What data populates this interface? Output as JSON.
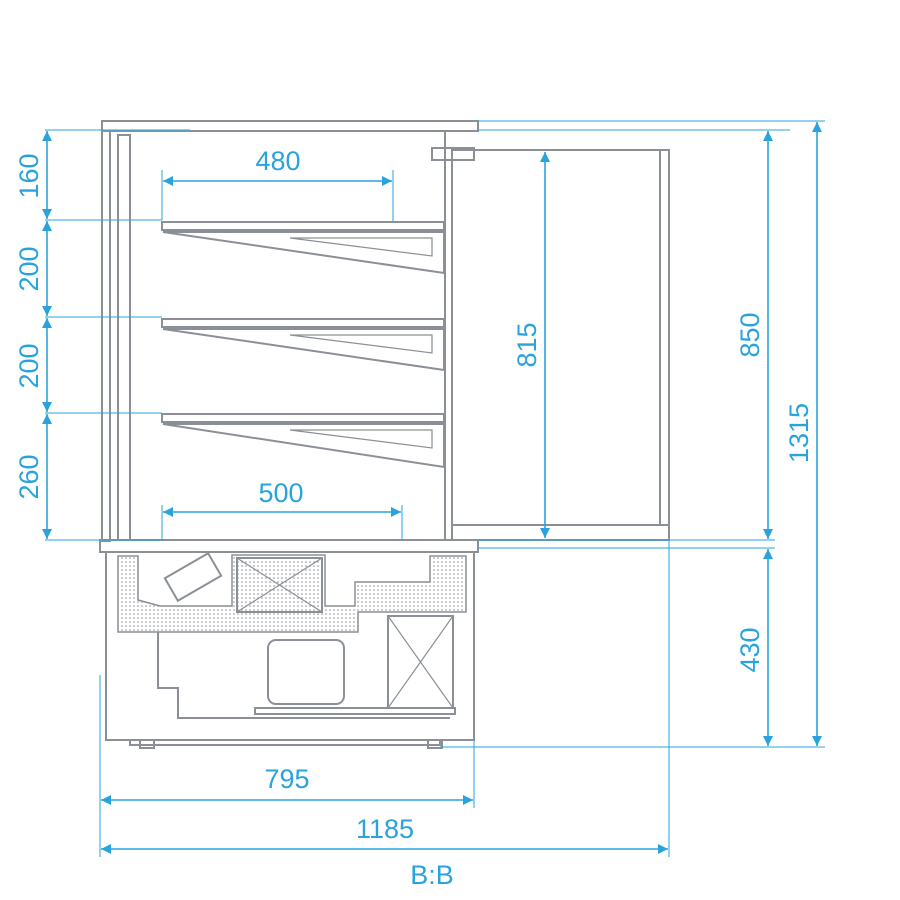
{
  "drawing": {
    "section_label": "B:B",
    "colors": {
      "dimension": "#2aa3dc",
      "outline": "#8b9097"
    },
    "dimensions": {
      "shelf_gap_top": "160",
      "shelf_gap_2": "200",
      "shelf_gap_3": "200",
      "shelf_gap_bottom": "260",
      "shelf_depth": "480",
      "base_depth": "500",
      "side_unit_height": "815",
      "display_height": "850",
      "total_height": "1315",
      "base_height": "430",
      "cabinet_depth": "795",
      "total_depth": "1185"
    }
  }
}
